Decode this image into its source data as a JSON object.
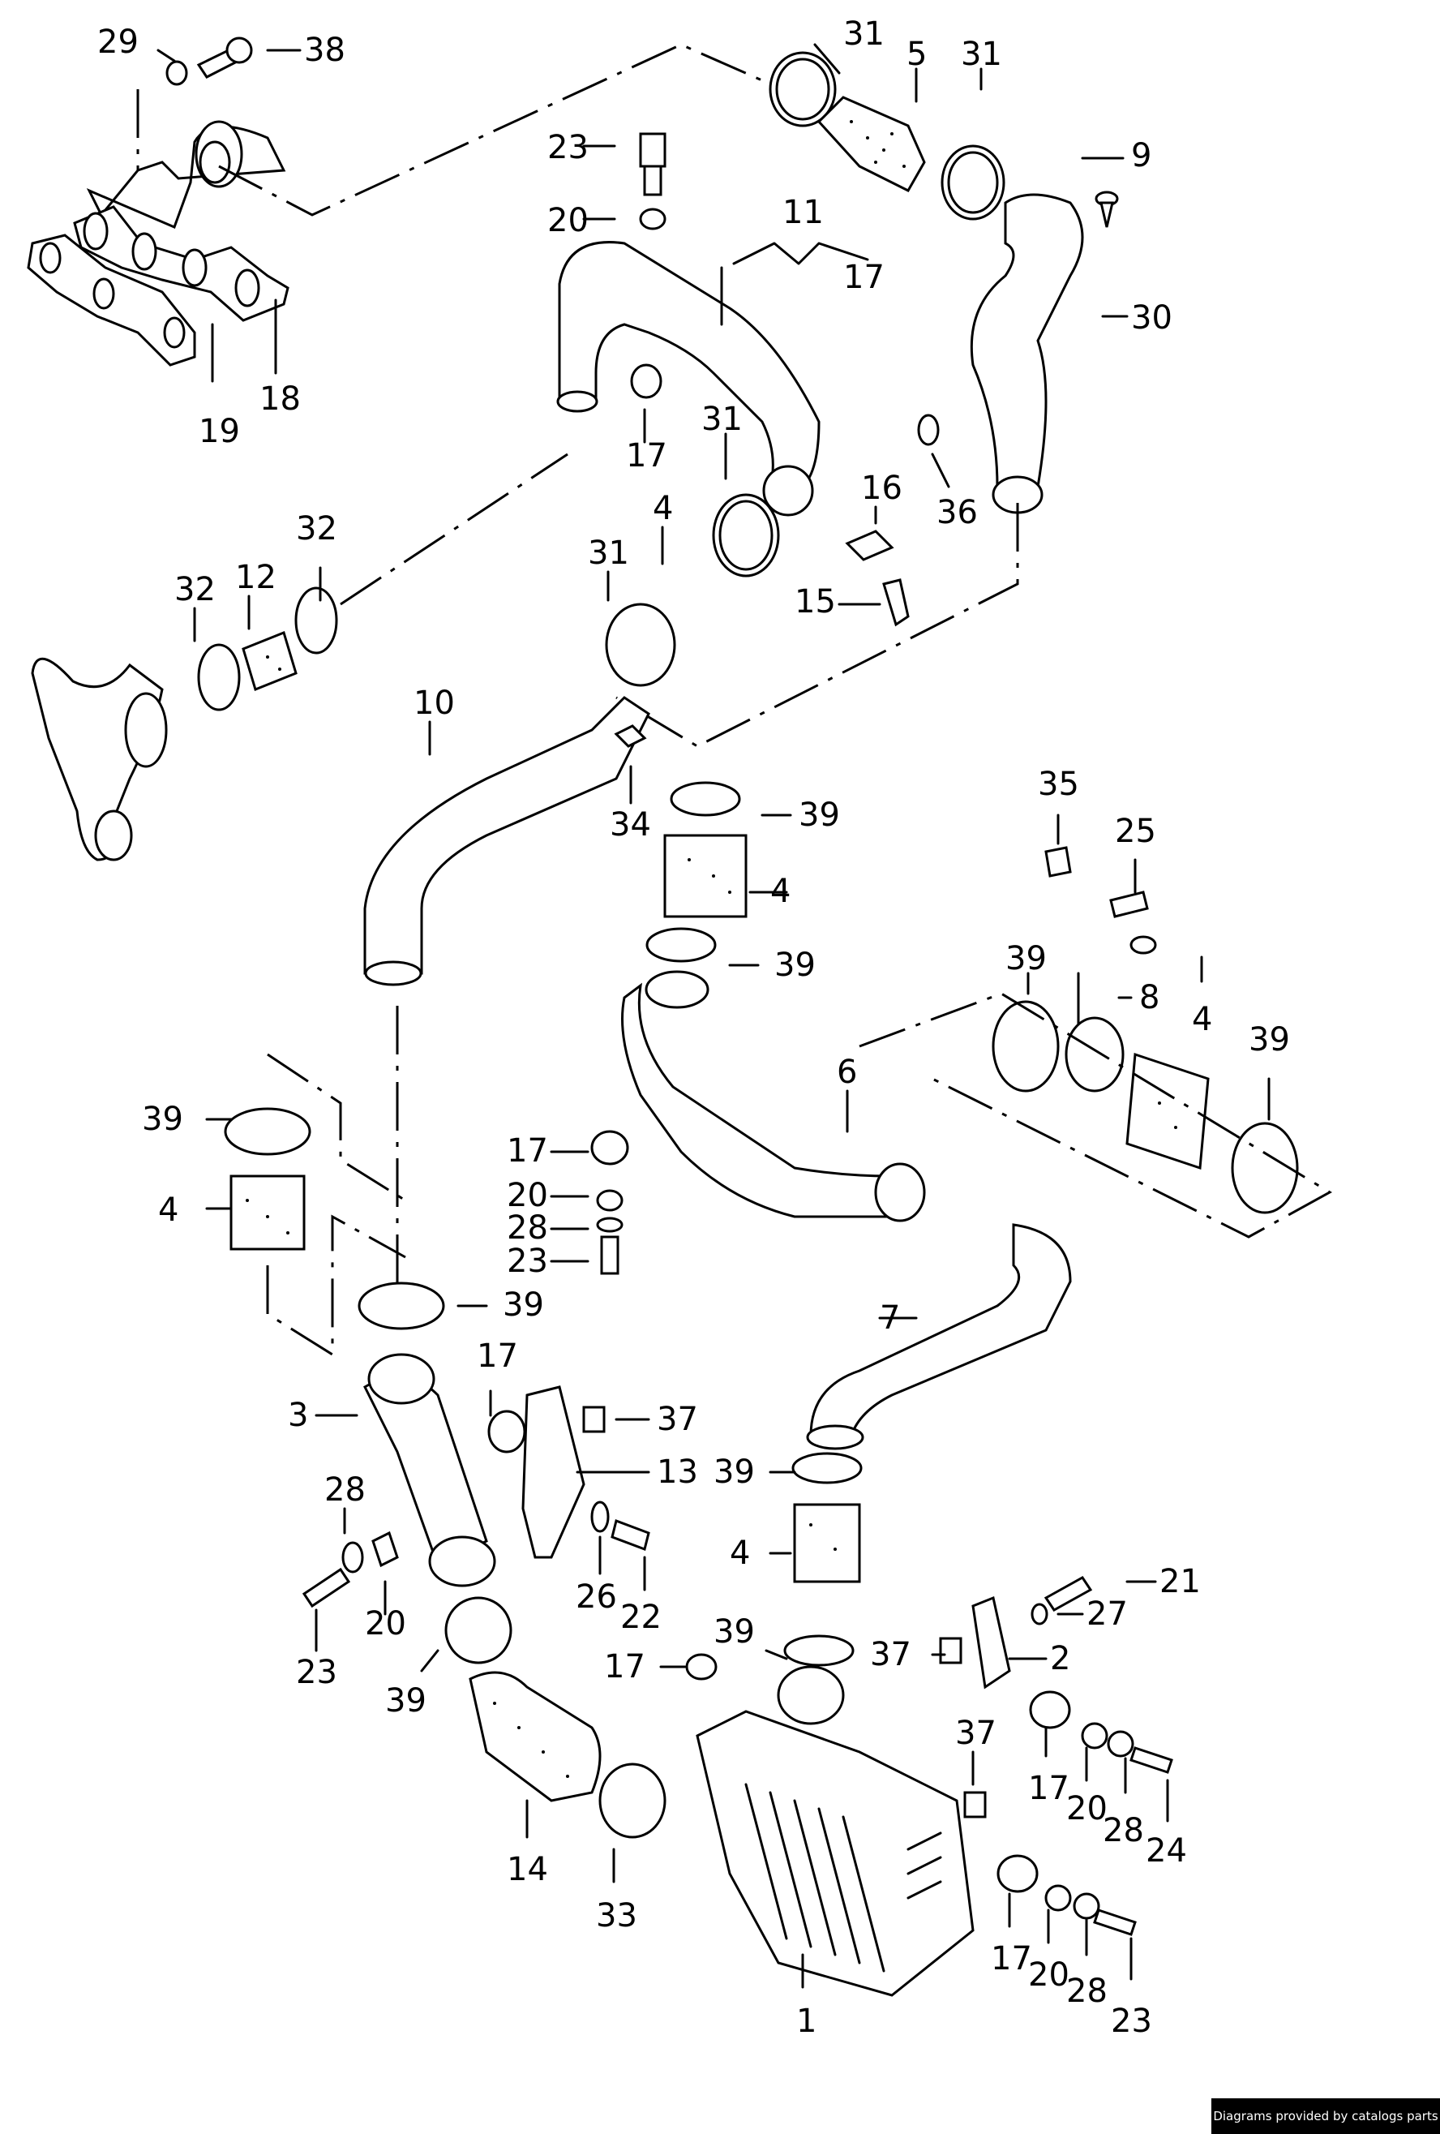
{
  "footer": {
    "credit": "Diagrams provided by catalogs parts"
  },
  "diagram": {
    "title": "Charge air system / intercooler hoses exploded view",
    "labels": [
      {
        "id": "l29a",
        "text": "29"
      },
      {
        "id": "l38",
        "text": "38"
      },
      {
        "id": "l18",
        "text": "18"
      },
      {
        "id": "l19",
        "text": "19"
      },
      {
        "id": "l31a",
        "text": "31"
      },
      {
        "id": "l5",
        "text": "5"
      },
      {
        "id": "l31b",
        "text": "31"
      },
      {
        "id": "l9",
        "text": "9"
      },
      {
        "id": "l30",
        "text": "30"
      },
      {
        "id": "l23a",
        "text": "23"
      },
      {
        "id": "l20a",
        "text": "20"
      },
      {
        "id": "l11",
        "text": "11"
      },
      {
        "id": "l17a",
        "text": "17"
      },
      {
        "id": "l17b",
        "text": "17"
      },
      {
        "id": "l31c",
        "text": "31"
      },
      {
        "id": "l16",
        "text": "16"
      },
      {
        "id": "l36",
        "text": "36"
      },
      {
        "id": "l15",
        "text": "15"
      },
      {
        "id": "l32a",
        "text": "32"
      },
      {
        "id": "l12",
        "text": "12"
      },
      {
        "id": "l32b",
        "text": "32"
      },
      {
        "id": "l31d",
        "text": "31"
      },
      {
        "id": "l4a",
        "text": "4"
      },
      {
        "id": "l10",
        "text": "10"
      },
      {
        "id": "l34",
        "text": "34"
      },
      {
        "id": "l39a",
        "text": "39"
      },
      {
        "id": "l4b",
        "text": "4"
      },
      {
        "id": "l39b",
        "text": "39"
      },
      {
        "id": "l35",
        "text": "35"
      },
      {
        "id": "l25",
        "text": "25"
      },
      {
        "id": "l39c",
        "text": "39"
      },
      {
        "id": "l8",
        "text": "8"
      },
      {
        "id": "l4c",
        "text": "4"
      },
      {
        "id": "l39d",
        "text": "39"
      },
      {
        "id": "l6",
        "text": "6"
      },
      {
        "id": "l39e",
        "text": "39"
      },
      {
        "id": "l4d",
        "text": "4"
      },
      {
        "id": "l17c",
        "text": "17"
      },
      {
        "id": "l20b",
        "text": "20"
      },
      {
        "id": "l28a",
        "text": "28"
      },
      {
        "id": "l23b",
        "text": "23"
      },
      {
        "id": "l39f",
        "text": "39"
      },
      {
        "id": "l7",
        "text": "7"
      },
      {
        "id": "l3",
        "text": "3"
      },
      {
        "id": "l17d",
        "text": "17"
      },
      {
        "id": "l37a",
        "text": "37"
      },
      {
        "id": "l13",
        "text": "13"
      },
      {
        "id": "l28b",
        "text": "28"
      },
      {
        "id": "l20c",
        "text": "20"
      },
      {
        "id": "l23c",
        "text": "23"
      },
      {
        "id": "l26",
        "text": "26"
      },
      {
        "id": "l22",
        "text": "22"
      },
      {
        "id": "l39g",
        "text": "39"
      },
      {
        "id": "l39h",
        "text": "39"
      },
      {
        "id": "l4e",
        "text": "4"
      },
      {
        "id": "l21",
        "text": "21"
      },
      {
        "id": "l27",
        "text": "27"
      },
      {
        "id": "l39i",
        "text": "39"
      },
      {
        "id": "l17e",
        "text": "17"
      },
      {
        "id": "l37b",
        "text": "37"
      },
      {
        "id": "l2",
        "text": "2"
      },
      {
        "id": "l17f",
        "text": "17"
      },
      {
        "id": "l20d",
        "text": "20"
      },
      {
        "id": "l28c",
        "text": "28"
      },
      {
        "id": "l24",
        "text": "24"
      },
      {
        "id": "l14",
        "text": "14"
      },
      {
        "id": "l33",
        "text": "33"
      },
      {
        "id": "l37c",
        "text": "37"
      },
      {
        "id": "l1",
        "text": "1"
      },
      {
        "id": "l17g",
        "text": "17"
      },
      {
        "id": "l20e",
        "text": "20"
      },
      {
        "id": "l28d",
        "text": "28"
      },
      {
        "id": "l23d",
        "text": "23"
      }
    ]
  }
}
